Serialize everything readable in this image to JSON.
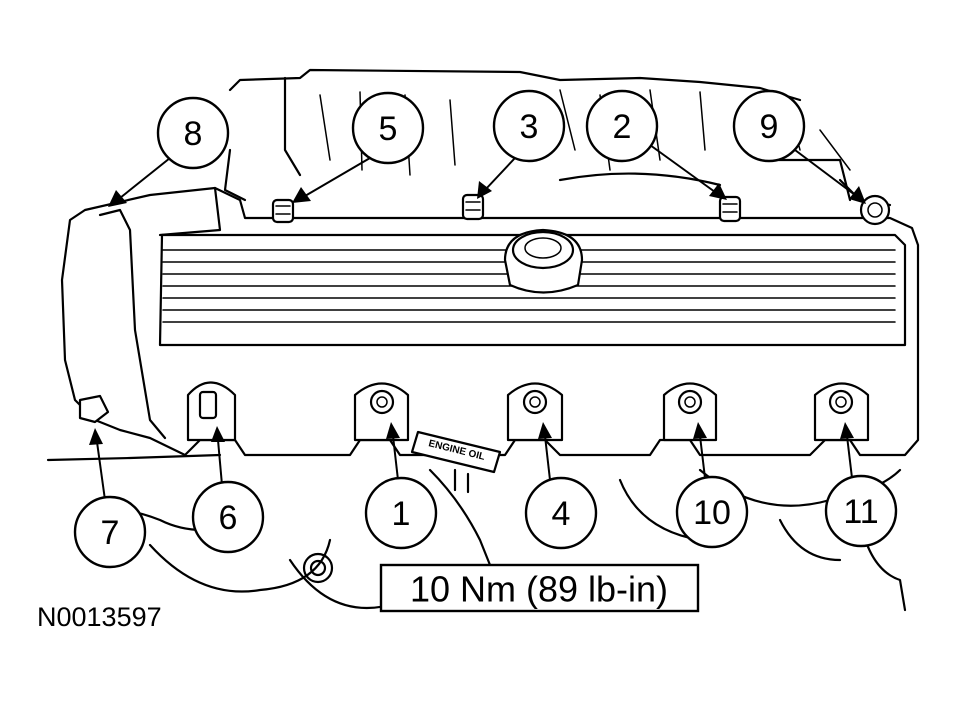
{
  "diagram": {
    "torque_spec": "10 Nm (89 lb-in)",
    "figure_id": "N0013597",
    "oil_cap_label": "ENGINE OIL",
    "callouts": [
      "8",
      "5",
      "3",
      "2",
      "9",
      "7",
      "6",
      "1",
      "4",
      "10",
      "11"
    ]
  }
}
